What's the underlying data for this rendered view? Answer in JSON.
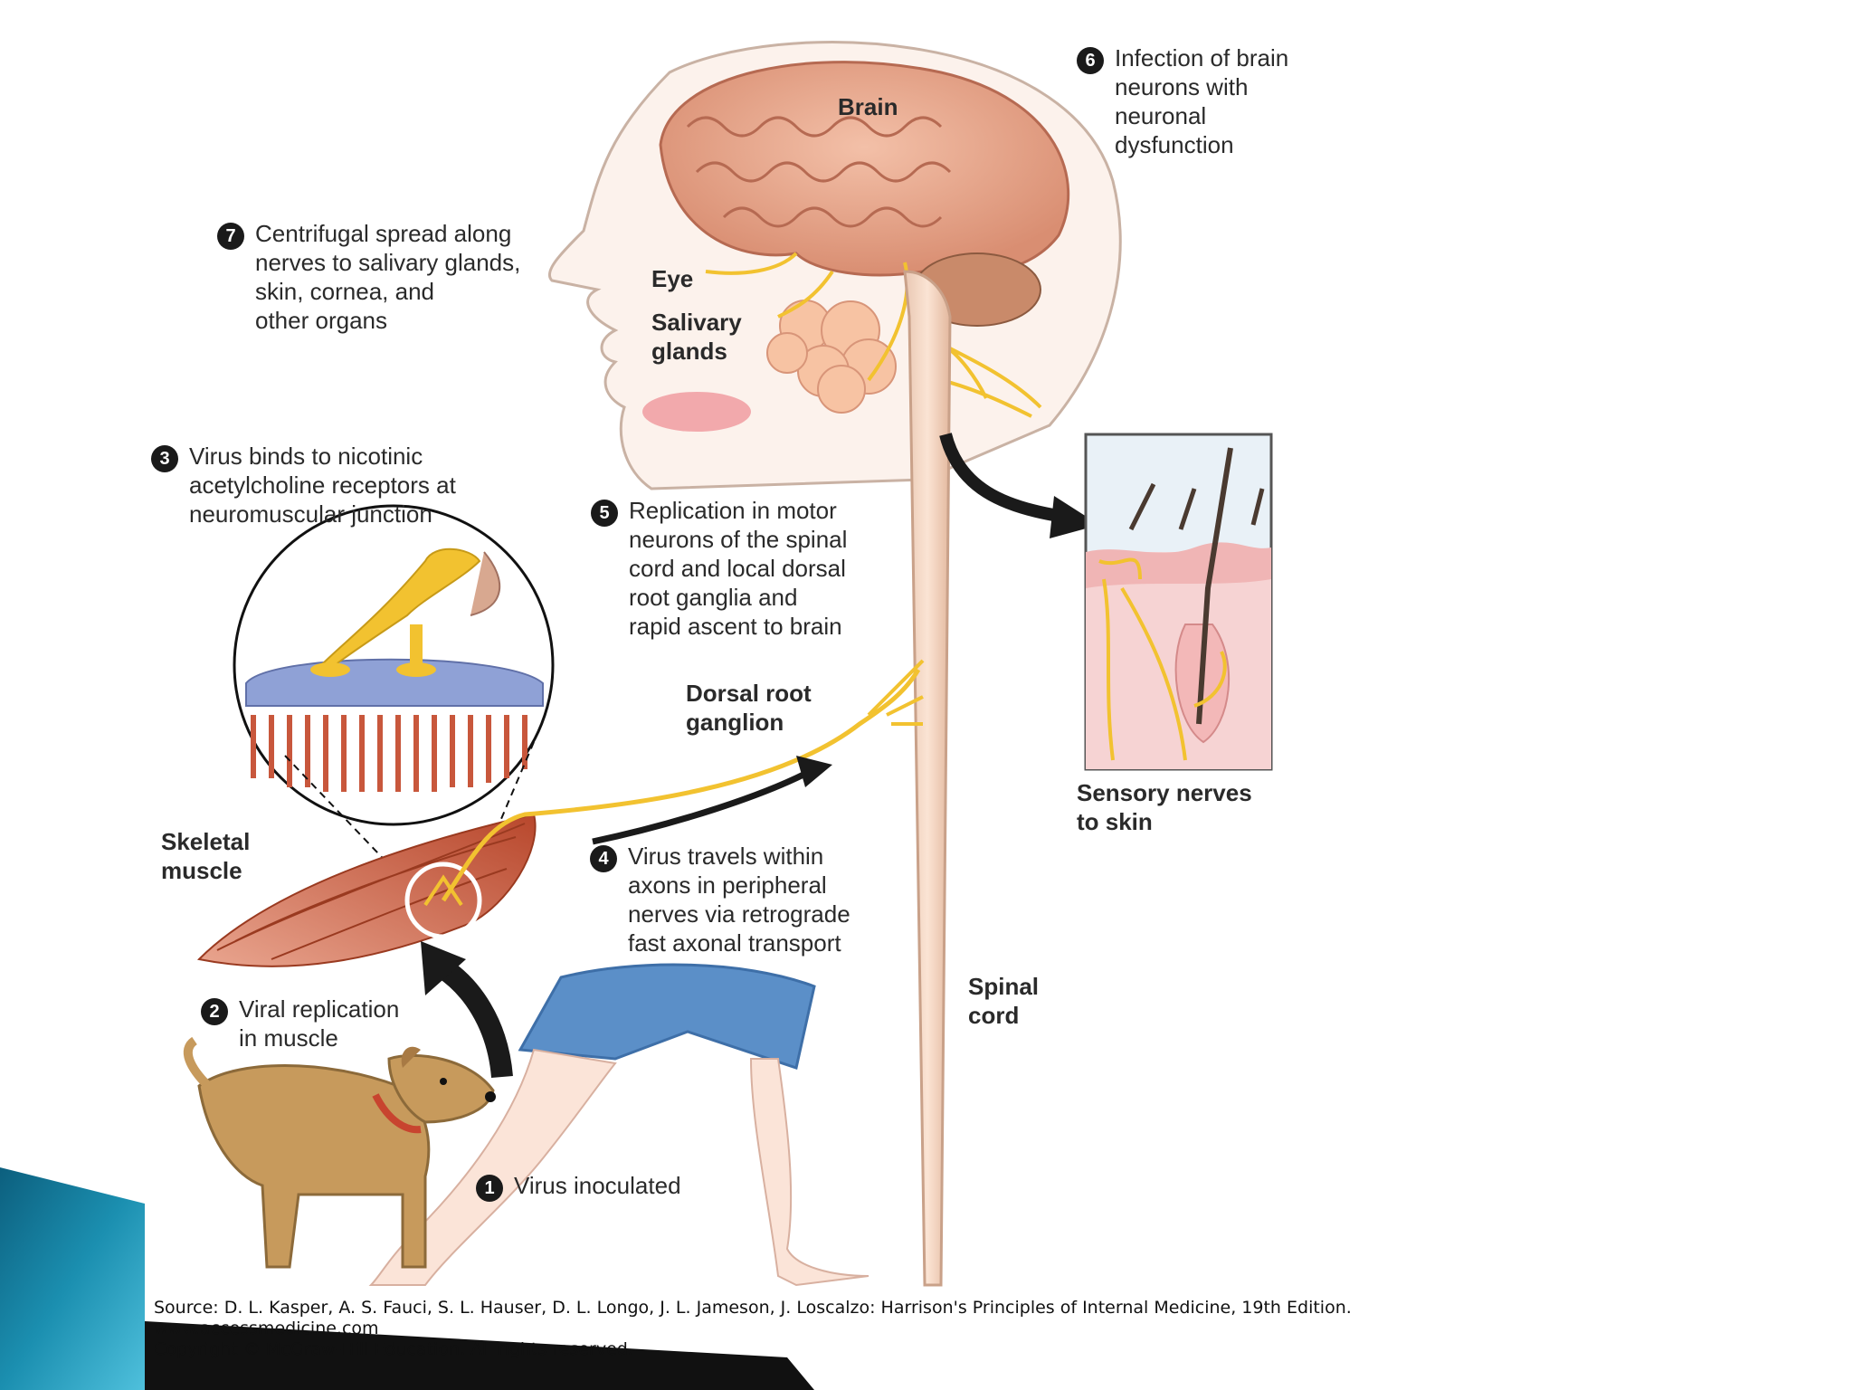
{
  "steps": [
    {
      "num": "1",
      "lines": [
        "Virus inoculated"
      ]
    },
    {
      "num": "2",
      "lines": [
        "Viral replication",
        "in muscle"
      ]
    },
    {
      "num": "3",
      "lines": [
        "Virus binds to nicotinic",
        "acetylcholine receptors at",
        "neuromuscular junction"
      ]
    },
    {
      "num": "4",
      "lines": [
        "Virus travels within",
        "axons in peripheral",
        "nerves via retrograde",
        "fast axonal transport"
      ]
    },
    {
      "num": "5",
      "lines": [
        "Replication in motor",
        "neurons of the spinal",
        "cord and local dorsal",
        "root ganglia and",
        "rapid ascent to brain"
      ]
    },
    {
      "num": "6",
      "lines": [
        "Infection of brain",
        "neurons with",
        "neuronal",
        "dysfunction"
      ]
    },
    {
      "num": "7",
      "lines": [
        "Centrifugal spread along",
        "nerves to salivary glands,",
        "skin, cornea, and",
        "other organs"
      ]
    }
  ],
  "labels": {
    "brain": [
      "Brain"
    ],
    "eye": [
      "Eye"
    ],
    "salivary": [
      "Salivary",
      "glands"
    ],
    "skeletal": [
      "Skeletal",
      "muscle"
    ],
    "drg": [
      "Dorsal root",
      "ganglion"
    ],
    "sensory": [
      "Sensory nerves",
      "to skin"
    ],
    "spinal": [
      "Spinal",
      "cord"
    ]
  },
  "source": {
    "line1": "Source: D. L. Kasper, A. S. Fauci, S. L. Hauser, D. L. Longo, J. L. Jameson, J. Loscalzo: Harrison's Principles of Internal Medicine, 19th Edition.",
    "line2": "www.accessmedicine.com",
    "line3": "Copyright © McGraw-Hill Education.  All rights reserved."
  },
  "colors": {
    "nerve": "#f2c230",
    "skin": "#f7d9c9",
    "brain": "#e8a98f",
    "muscle": "#c85a3c",
    "shorts": "#5b8fc8",
    "dog": "#c79a5c",
    "teal_accent": "#1b8fb0"
  }
}
